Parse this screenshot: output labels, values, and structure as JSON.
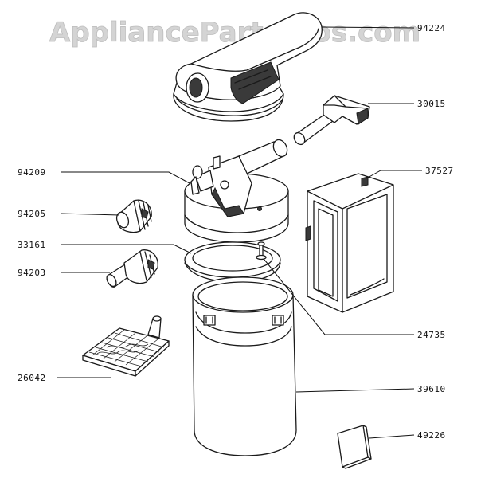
{
  "watermark": "AppliancePartsPros.com",
  "parts": {
    "p94224": "94224",
    "p30015": "30015",
    "p94209": "94209",
    "p37527": "37527",
    "p94205": "94205",
    "p33161": "33161",
    "p94203": "94203",
    "p24735": "24735",
    "p26042": "26042",
    "p39610": "39610",
    "p49226": "49226"
  }
}
